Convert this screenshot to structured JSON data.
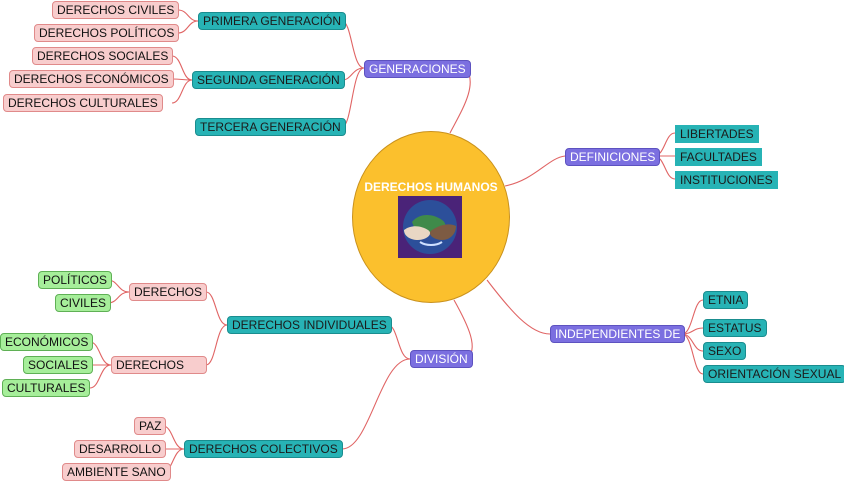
{
  "center": {
    "title": "DERECHOS HUMANOS",
    "image": "hands-globe-image"
  },
  "colors": {
    "pink": "#f8cdcd",
    "teal": "#27b3b5",
    "purple": "#7b6fe0",
    "green": "#a6ee9a",
    "center": "#fbc02d",
    "link": "#e06464"
  },
  "generaciones": {
    "label": "GENERACIONES",
    "primera": {
      "label": "PRIMERA GENERACIÓN",
      "items": [
        "DERECHOS CIVILES",
        "DERECHOS POLÍTICOS"
      ]
    },
    "segunda": {
      "label": "SEGUNDA GENERACIÓN",
      "items": [
        "DERECHOS SOCIALES",
        "DERECHOS ECONÓMICOS",
        "DERECHOS CULTURALES"
      ]
    },
    "tercera": {
      "label": "TERCERA GENERACIÓN"
    }
  },
  "definiciones": {
    "label": "DEFINICIONES",
    "items": [
      "LIBERTADES",
      "FACULTADES",
      "INSTITUCIONES"
    ]
  },
  "independientes": {
    "label": "INDEPENDIENTES DE",
    "items": [
      "ETNIA",
      "ESTATUS",
      "SEXO",
      "ORIENTACIÓN SEXUAL"
    ]
  },
  "division": {
    "label": "DIVISIÓN",
    "individuales": {
      "label": "DERECHOS INDIVIDUALES",
      "grupo1": {
        "label": "DERECHOS",
        "items": [
          "POLÍTICOS",
          "CIVILES"
        ]
      },
      "grupo2": {
        "label": "DERECHOS",
        "items": [
          "ECONÓMICOS",
          "SOCIALES",
          "CULTURALES"
        ]
      }
    },
    "colectivos": {
      "label": "DERECHOS COLECTIVOS",
      "items": [
        "PAZ",
        "DESARROLLO",
        "AMBIENTE SANO"
      ]
    }
  }
}
